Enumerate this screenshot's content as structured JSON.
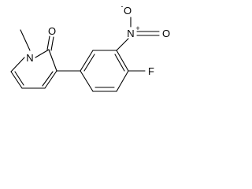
{
  "molecule": {
    "atoms": {
      "n1": "N",
      "o_carbonyl": "O",
      "f": "F",
      "n_nitro": "N",
      "n_nitro_charge": "+",
      "o_nitro_top": "O",
      "o_nitro_top_charge": "-",
      "o_nitro_right": "O"
    }
  }
}
